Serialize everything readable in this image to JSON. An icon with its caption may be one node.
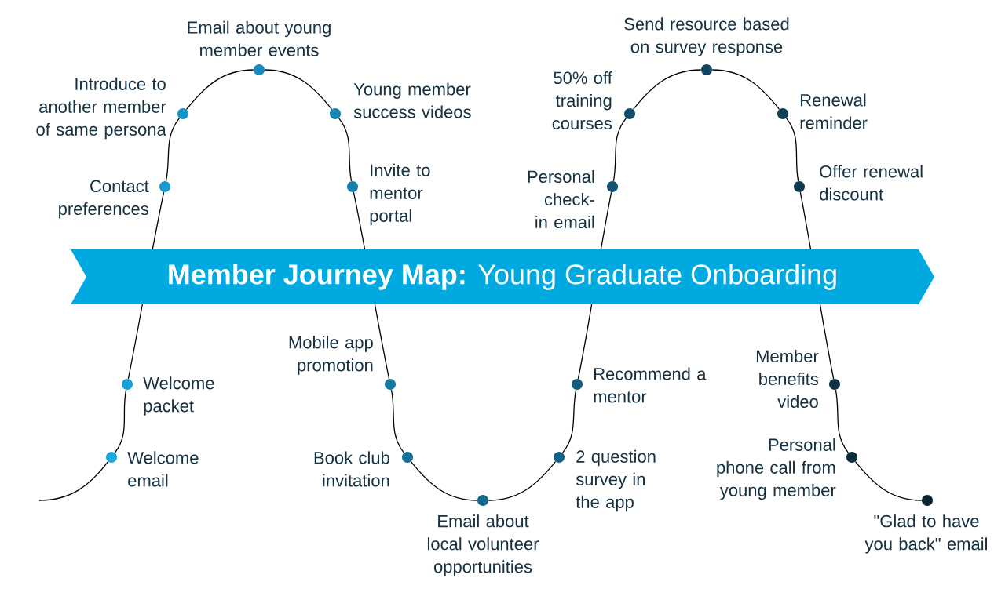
{
  "diagram": {
    "title": "**Member Journey Map:**  Young Graduate Onboarding",
    "nodes": [
      {
        "text": [],
        "shape": "circle",
        "beside": [
          "Welcome email"
        ]
      },
      {
        "text": [],
        "shape": "circle",
        "beside": [
          "Welcome packet"
        ]
      },
      {
        "text": [],
        "shape": "circle",
        "beside": [
          "Contact preferences"
        ]
      },
      {
        "text": [],
        "shape": "circle",
        "beside": [
          "Introduce to another member of same persona"
        ]
      },
      {
        "text": [],
        "shape": "circle",
        "beside": [
          "Email about young member events"
        ]
      },
      {
        "text": [],
        "shape": "circle",
        "beside": [
          "Young member success videos"
        ]
      },
      {
        "text": [],
        "shape": "circle",
        "beside": [
          "Invite to mentor portal"
        ]
      },
      {
        "text": [],
        "shape": "circle",
        "beside": [
          "Mobile app promotion"
        ]
      },
      {
        "text": [],
        "shape": "circle",
        "beside": [
          "Book club invitation"
        ]
      },
      {
        "text": [],
        "shape": "circle",
        "beside": [
          "Email about local volunteer opportunities"
        ]
      },
      {
        "text": [],
        "shape": "circle",
        "beside": [
          "2 question survey in the app"
        ]
      },
      {
        "text": [],
        "shape": "circle",
        "beside": [
          "Recommend a mentor"
        ]
      },
      {
        "text": [],
        "shape": "circle",
        "beside": [
          "Personal check-in email"
        ]
      },
      {
        "text": [],
        "shape": "circle",
        "beside": [
          "50% off training courses"
        ]
      },
      {
        "text": [],
        "shape": "circle",
        "beside": [
          "Send resource based on survey response"
        ]
      },
      {
        "text": [],
        "shape": "circle",
        "beside": [
          "Renewal reminder"
        ]
      },
      {
        "text": [],
        "shape": "circle",
        "beside": [
          "Offer renewal discount"
        ]
      },
      {
        "text": [],
        "shape": "circle",
        "beside": [
          "Member benefits video"
        ]
      },
      {
        "text": [],
        "shape": "circle",
        "beside": [
          "Personal phone call from young member"
        ]
      },
      {
        "text": [],
        "shape": "circle",
        "beside": [
          "\"Glad to have you back\" email"
        ]
      }
    ],
    "edges": [
      {
        "from": null,
        "to": 0,
        "arrow": "none"
      },
      {
        "from": 0,
        "to": 1,
        "arrow": "none"
      },
      {
        "from": 1,
        "to": 2,
        "arrow": "none"
      },
      {
        "from": 2,
        "to": 3,
        "arrow": "none"
      },
      {
        "from": 3,
        "to": 4,
        "arrow": "none"
      },
      {
        "from": 4,
        "to": 5,
        "arrow": "none"
      },
      {
        "from": 5,
        "to": 6,
        "arrow": "none"
      },
      {
        "from": 6,
        "to": 7,
        "arrow": "none"
      },
      {
        "from": 7,
        "to": 8,
        "arrow": "none"
      },
      {
        "from": 8,
        "to": 9,
        "arrow": "none"
      },
      {
        "from": 9,
        "to": 10,
        "arrow": "none"
      },
      {
        "from": 10,
        "to": 11,
        "arrow": "none"
      },
      {
        "from": 11,
        "to": 12,
        "arrow": "none"
      },
      {
        "from": 12,
        "to": 13,
        "arrow": "none"
      },
      {
        "from": 13,
        "to": 14,
        "arrow": "none"
      },
      {
        "from": 14,
        "to": 15,
        "arrow": "none"
      },
      {
        "from": 15,
        "to": 16,
        "arrow": "none"
      },
      {
        "from": 16,
        "to": 17,
        "arrow": "none"
      },
      {
        "from": 17,
        "to": 18,
        "arrow": "none"
      },
      {
        "from": 18,
        "to": 19,
        "arrow": "none"
      }
    ]
  }
}
